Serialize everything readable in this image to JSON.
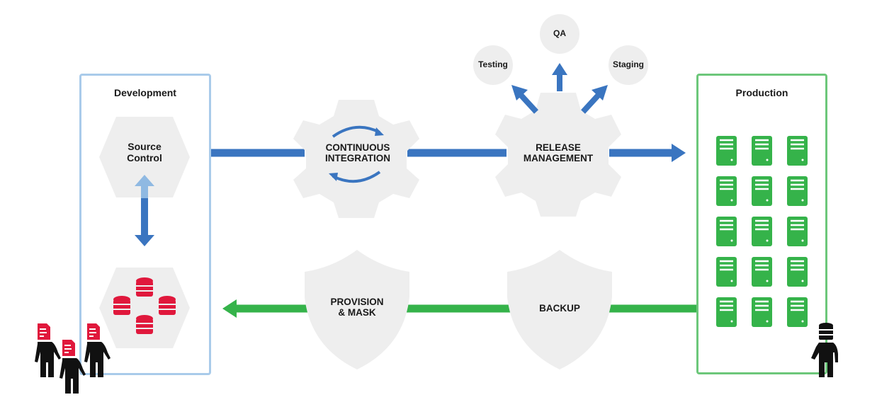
{
  "colors": {
    "blue": "#3a75c0",
    "light_blue": "#8fb9e2",
    "green": "#35b34a",
    "red": "#e0183c",
    "shape_gray": "#eeeeee",
    "dev_border": "#a9cbea",
    "prod_border": "#6cc77a",
    "person": "#111111"
  },
  "development": {
    "title": "Development",
    "source_control": {
      "line1": "Source",
      "line2": "Control"
    },
    "database_icon": "database-cluster-icon",
    "database_count": 4
  },
  "continuous_integration": {
    "line1": "CONTINUOUS",
    "line2": "INTEGRATION",
    "icon": "cycle-arrows-icon"
  },
  "release_management": {
    "line1": "RELEASE",
    "line2": "MANAGEMENT",
    "targets": [
      "Testing",
      "QA",
      "Staging"
    ]
  },
  "production": {
    "title": "Production",
    "server_rows": 5,
    "server_cols": 3,
    "server_icon": "server-icon"
  },
  "provision": {
    "line1": "PROVISION",
    "line2": "& MASK"
  },
  "backup": {
    "label": "BACKUP"
  },
  "people": {
    "developers": {
      "count": 3,
      "icon": "developer-person-icon"
    },
    "dba": {
      "count": 1,
      "icon": "dba-person-icon"
    }
  }
}
